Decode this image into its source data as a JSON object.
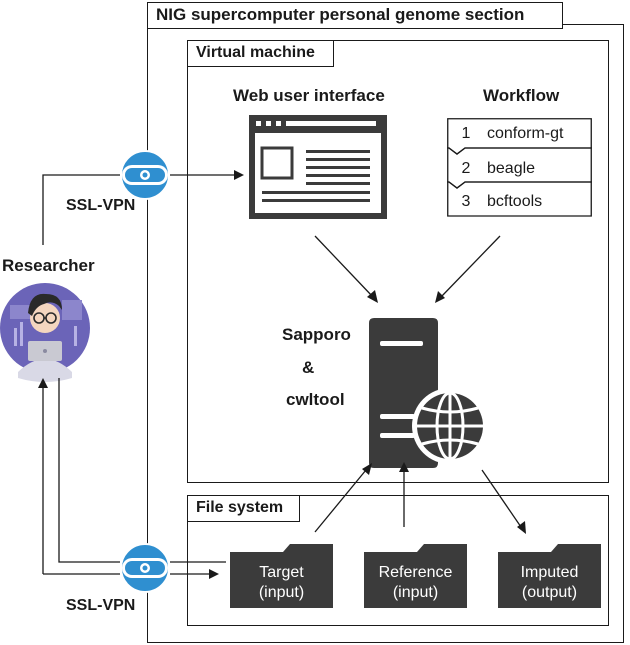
{
  "section": {
    "title": "NIG supercomputer personal genome section"
  },
  "vm": {
    "title": "Virtual machine",
    "web_ui_label": "Web user interface",
    "workflow_label": "Workflow",
    "workflow_steps": [
      {
        "num": "1",
        "name": "conform-gt"
      },
      {
        "num": "2",
        "name": "beagle"
      },
      {
        "num": "3",
        "name": "bcftools"
      }
    ],
    "engine": {
      "line1": "Sapporo",
      "line2": "&",
      "line3": "cwltool"
    }
  },
  "filesystem": {
    "title": "File system",
    "folders": [
      {
        "line1": "Target",
        "line2": "(input)"
      },
      {
        "line1": "Reference",
        "line2": "(input)"
      },
      {
        "line1": "Imputed",
        "line2": "(output)"
      }
    ]
  },
  "researcher": {
    "label": "Researcher"
  },
  "vpn": {
    "top_label": "SSL-VPN",
    "bottom_label": "SSL-VPN"
  },
  "colors": {
    "dark": "#3b3b3b",
    "vpn_blue": "#2f8fd0",
    "avatar_purple": "#6b64b8",
    "stroke": "#1a1a1a"
  },
  "icons": [
    "browser-window-icon",
    "server-icon",
    "globe-icon",
    "folder-icon",
    "vpn-icon",
    "researcher-avatar-icon"
  ]
}
